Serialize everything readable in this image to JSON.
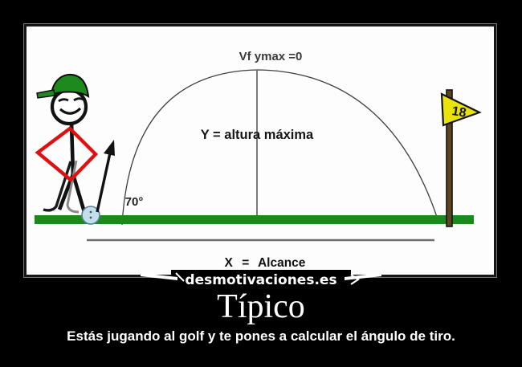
{
  "poster": {
    "watermark": "desmotivaciones.es",
    "title": "Típico",
    "caption": "Estás jugando al golf y te pones a calcular el ángulo de tiro."
  },
  "diagram": {
    "apex_label": "Vf ymax =0",
    "height_label": "Y = altura máxima",
    "angle_label": "70°",
    "range_label": "X = Alcance",
    "flag_number": "18",
    "colors": {
      "ground_green": "#1a8a1a",
      "cap_green": "#1e8a1e",
      "diamond_red": "#dd1111",
      "flag_yellow": "#eae20b",
      "pole_brown": "#5d4520",
      "ball_blue": "#c4dfec",
      "arc_gray": "#3f3f3f"
    }
  }
}
